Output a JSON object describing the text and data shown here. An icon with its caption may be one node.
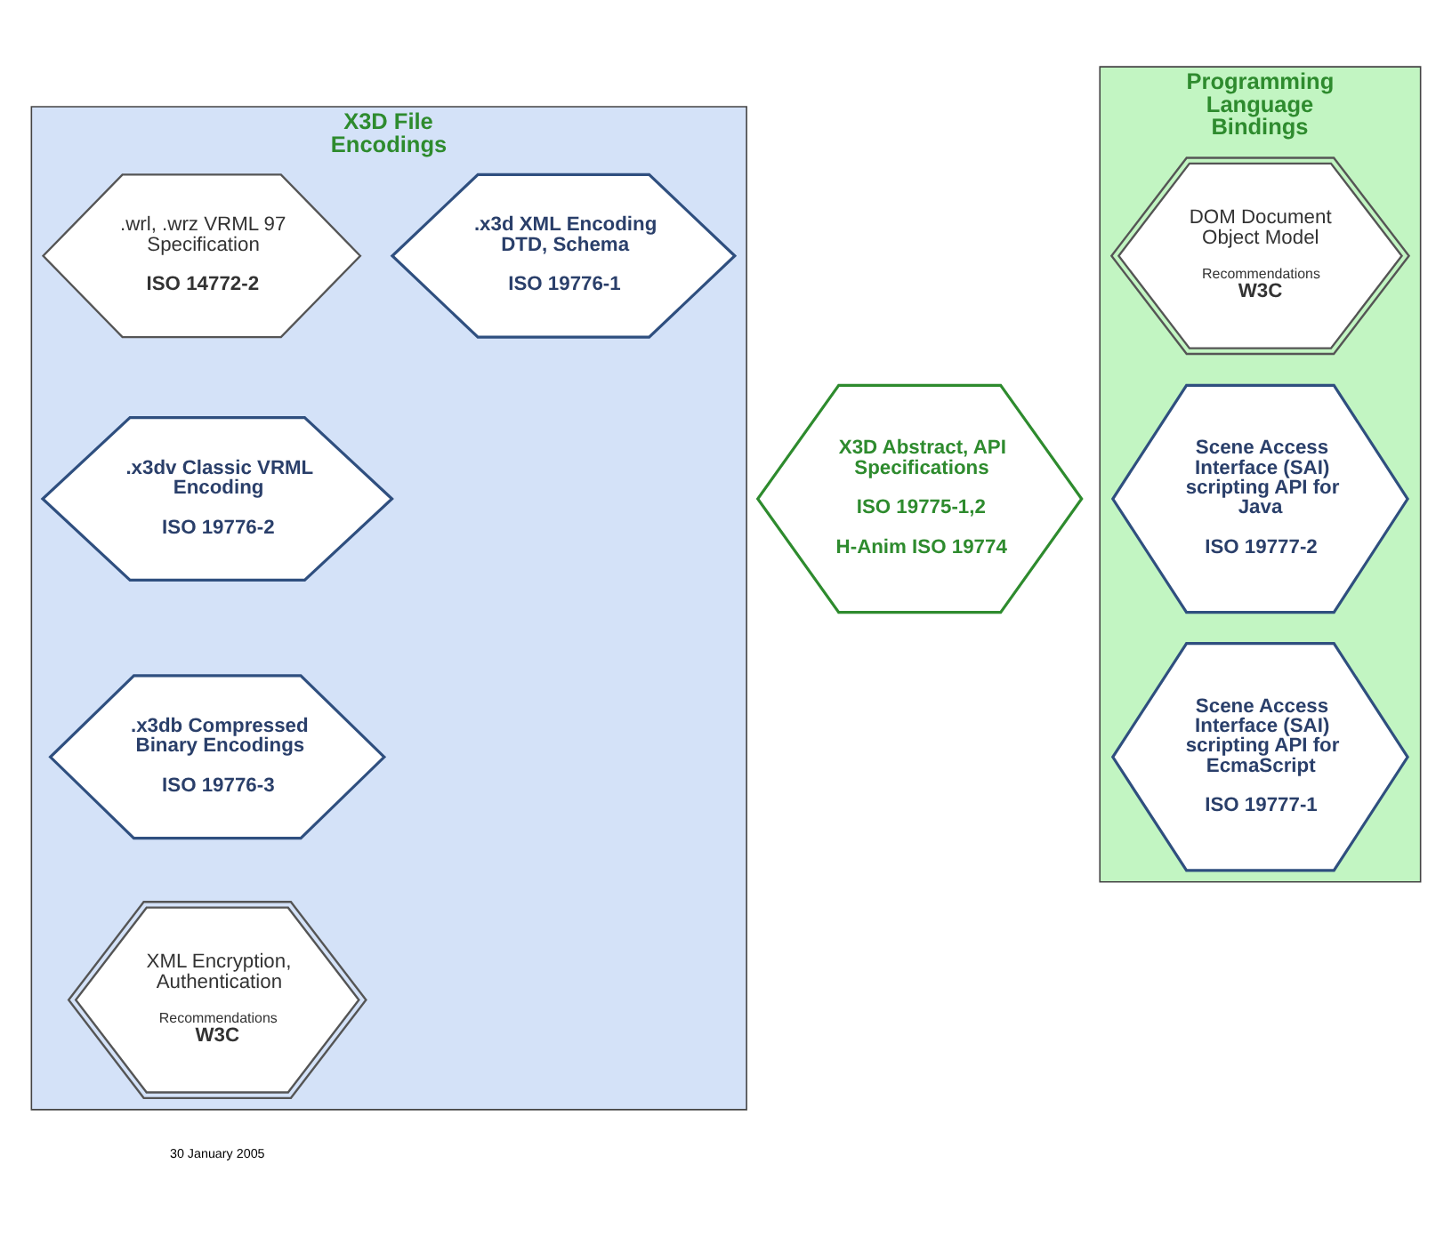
{
  "diagram": {
    "nodes": [
      {
        "text": [
          "X3D File Encodings"
        ]
      },
      {
        "text": [
          ".wrl, .wrz VRML 97 Specification",
          "ISO 14772-2"
        ],
        "in": 0
      },
      {
        "text": [
          ".x3dv Classic VRML Encoding",
          "ISO 19776-2"
        ],
        "in": 0
      },
      {
        "text": [
          ".x3d XML Encoding DTD, Schema",
          "ISO 19776-1"
        ],
        "in": 0
      },
      {
        "text": [
          ".x3db Compressed Binary Encodings",
          "ISO 19776-3"
        ],
        "in": 0
      },
      {
        "text": [
          "XML Encryption, Authentication",
          "Recommendations",
          "W3C"
        ],
        "in": 0
      },
      {
        "text": [
          "X3D Abstract, API Specifications",
          "ISO 19775-1,2",
          "H-Anim ISO 19774"
        ]
      },
      {
        "text": [
          "Programming Language Bindings"
        ]
      },
      {
        "text": [
          "DOM Document Object Model",
          "Recommendations",
          "W3C"
        ],
        "in": 7
      },
      {
        "text": [
          "Scene Access Interface (SAI) scripting API for Java",
          "ISO 19777-2"
        ],
        "in": 7
      },
      {
        "text": [
          "Scene Access Interface (SAI) scripting API for EcmaScript",
          "ISO 19777-1"
        ],
        "in": 7
      }
    ],
    "edges": [],
    "labels": [
      "30 January 2005"
    ]
  }
}
